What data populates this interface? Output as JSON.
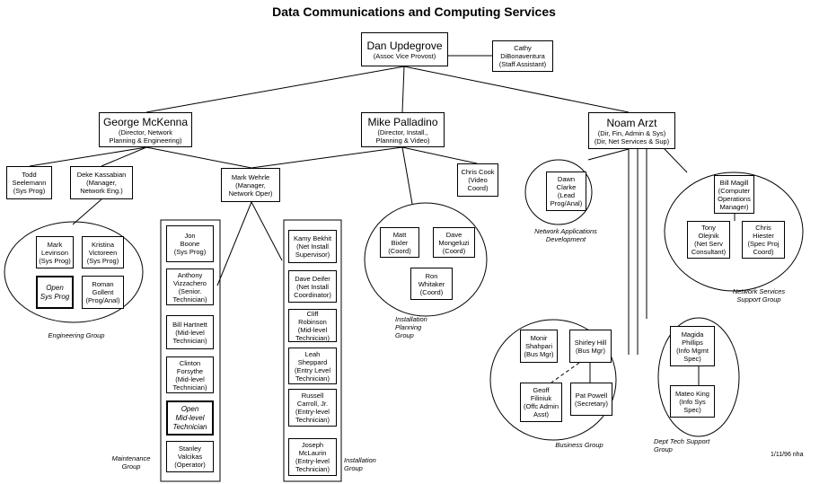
{
  "title": "Data Communications and Computing Services",
  "top": {
    "name": "Dan Updegrove",
    "title": "(Assoc Vice Provost)"
  },
  "assistant": {
    "name": "Cathy\nDiBonaventura",
    "title": "(Staff Assistant)"
  },
  "directors": {
    "mckenna": {
      "name": "George McKenna",
      "title": "(Director, Network\nPlanning & Engineering)"
    },
    "palladino": {
      "name": "Mike Palladino",
      "title": "(Director, Install.,\nPlanning & Video)"
    },
    "arzt": {
      "name": "Noam Arzt",
      "title": "(Dir, Fin, Admin & Sys)\n(Dir, Net Services & Sup)"
    }
  },
  "managers": {
    "seelemann": {
      "name": "Todd\nSeelemann",
      "title": "(Sys Prog)"
    },
    "kassabian": {
      "name": "Deke Kassabian",
      "title": "(Manager,\nNetwork Eng.)"
    },
    "wehrle": {
      "name": "Mark Wehrle",
      "title": "(Manager,\nNetwork Oper)"
    },
    "cook": {
      "name": "Chris Cook",
      "title": "(Video\nCoord)"
    }
  },
  "engineering_group": {
    "label": "Engineering Group",
    "members": [
      {
        "name": "Mark\nLevinson",
        "title": "(Sys Prog)"
      },
      {
        "name": "Kristina\nVictoreen",
        "title": "(Sys Prog)"
      },
      {
        "name": "Open\nSys Prog",
        "title": ""
      },
      {
        "name": "Roman\nGollent",
        "title": "(Prog/Anal)"
      }
    ]
  },
  "maintenance_group": {
    "label": "Maintenance\nGroup",
    "members": [
      {
        "name": "Jon\nBoone",
        "title": "(Sys Prog)"
      },
      {
        "name": "Anthony\nVizzachero",
        "title": "(Senior.\nTechnician)"
      },
      {
        "name": "Bill Hartnett",
        "title": "(Mid-level\nTechnician)"
      },
      {
        "name": "Clinton\nForsythe",
        "title": "(Mid-level\nTechnician)"
      },
      {
        "name": "Open\nMid-level\nTechnician",
        "title": ""
      },
      {
        "name": "Stanley\nValcikas",
        "title": "(Operator)"
      }
    ]
  },
  "installation_group": {
    "label": "Installation\nGroup",
    "members": [
      {
        "name": "Kamy Bekhit",
        "title": "(Net Install\nSupervisor)"
      },
      {
        "name": "Dave Deifer",
        "title": "(Net Install\nCoordinator)"
      },
      {
        "name": "Cliff\nRobinson",
        "title": "(Mid-level\nTechnician)"
      },
      {
        "name": "Leah\nSheppard",
        "title": "(Entry Level\nTechnician)"
      },
      {
        "name": "Russell\nCarroll, Jr.",
        "title": "(Entry-level\nTechnician)"
      },
      {
        "name": "Joseph\nMcLaurin",
        "title": "(Entry-level\nTechnician)"
      }
    ]
  },
  "planning_group": {
    "label": "Installation\nPlanning\nGroup",
    "members": [
      {
        "name": "Matt\nBixler",
        "title": "(Coord)"
      },
      {
        "name": "Dave\nMongeluzi",
        "title": "(Coord)"
      },
      {
        "name": "Ron\nWhitaker",
        "title": "(Coord)"
      }
    ]
  },
  "nad_group": {
    "label": "Network Applications\nDevelopment",
    "members": [
      {
        "name": "Dawn\nClarke",
        "title": "(Lead\nProg/Anal)"
      }
    ]
  },
  "nss_group": {
    "label": "Network Services\nSupport Group",
    "members": [
      {
        "name": "Bill Magill",
        "title": "(Computer\nOperations\nManager)"
      },
      {
        "name": "Tony\nOlejnik",
        "title": "(Net Serv\nConsultant)"
      },
      {
        "name": "Chris\nHiester",
        "title": "(Spec Proj\nCoord)"
      }
    ]
  },
  "business_group": {
    "label": "Business Group",
    "members": [
      {
        "name": "Monir\nShahpari",
        "title": "(Bus Mgr)"
      },
      {
        "name": "Shirley Hill",
        "title": "(Bus Mgr)"
      },
      {
        "name": "Geoff\nFiliniuk",
        "title": "(Offc Admin\nAsst)"
      },
      {
        "name": "Pat Powell",
        "title": "(Secretary)"
      }
    ]
  },
  "tech_group": {
    "label": "Dept Tech Support\nGroup",
    "members": [
      {
        "name": "Magida\nPhillips",
        "title": "(Info Mgmt\nSpec)"
      },
      {
        "name": "Mateo King",
        "title": "(Info Sys\nSpec)"
      }
    ]
  },
  "stamp": "1/11/96 nha"
}
